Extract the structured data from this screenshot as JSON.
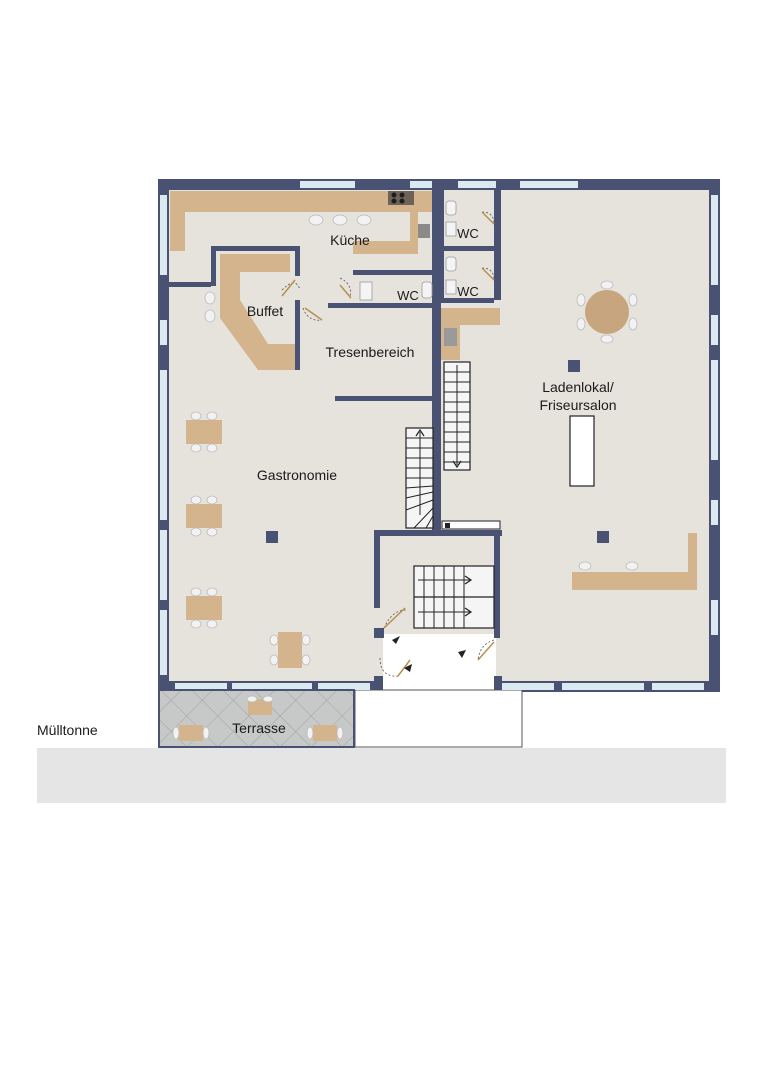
{
  "labels": {
    "kueche": "Küche",
    "buffet": "Buffet",
    "tresenbereich": "Tresenbereich",
    "gastronomie": "Gastronomie",
    "wc1": "WC",
    "wc2": "WC",
    "wc3": "WC",
    "ladenlokal_line1": "Ladenlokal/",
    "ladenlokal_line2": "Friseursalon",
    "terrasse": "Terrasse",
    "muelltonne": "Mülltonne"
  },
  "colors": {
    "wall": "#4a5273",
    "floor": "#e6e3dd",
    "counter": "#d4b48c",
    "window": "#dbeaf0",
    "terrace": "#c6c9c7",
    "street": "#e5e5e5"
  }
}
